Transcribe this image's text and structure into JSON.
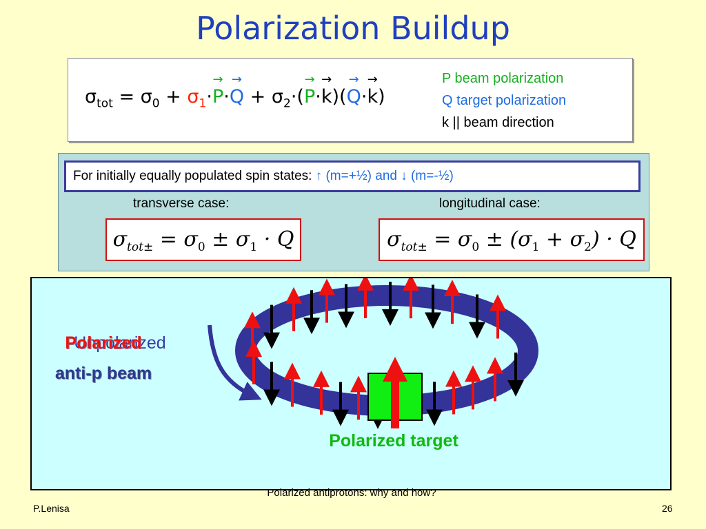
{
  "title": "Polarization Buildup",
  "formula": {
    "sigma_tot": "σ",
    "tot": "tot",
    "eq": " = σ",
    "zero": "0",
    "plus1": " + ",
    "sigma1": "σ",
    "one": "1",
    "dot": "·",
    "P": "P",
    "Q": "Q",
    "plus2": " + σ",
    "two": "2",
    "open1": "(",
    "k": "k",
    "close_open": ")(",
    "close": ")"
  },
  "legend": {
    "p_line": "P beam polarization",
    "q_line": "Q target polarization",
    "k_line": "k || beam direction"
  },
  "note": {
    "text": "For initially equally populated spin states: ",
    "up_arrow": "↑",
    "m_up": " (m=+½) and ",
    "down_arrow": "↓",
    "m_down": " (m=-½)"
  },
  "cases": {
    "transverse_label": "transverse case:",
    "longitudinal_label": "longitudinal case:",
    "sigma": "σ",
    "tot_pm": "tot±",
    "eq": " = σ",
    "zero": "0",
    "pm": " ± σ",
    "one": "1",
    "dotQ": " · Q",
    "pm_paren": " ± (σ",
    "plus": " + σ",
    "two": "2",
    "close_dotQ": ") · Q"
  },
  "ring": {
    "beam_label_back": "Unpolarized",
    "beam_label_front": "Polarized",
    "beam_label_line2": "anti-p beam",
    "target_label": "Polarized target"
  },
  "footer": {
    "author": "P.Lenisa",
    "center": "Polarized antiprotons: why and how?",
    "page": "26"
  },
  "colors": {
    "background": "#ffffcc",
    "title": "#1f3fbf",
    "ring": "#33339a",
    "target": "#11ee11",
    "spin_up": "#ee1111",
    "spin_down": "#000000"
  }
}
